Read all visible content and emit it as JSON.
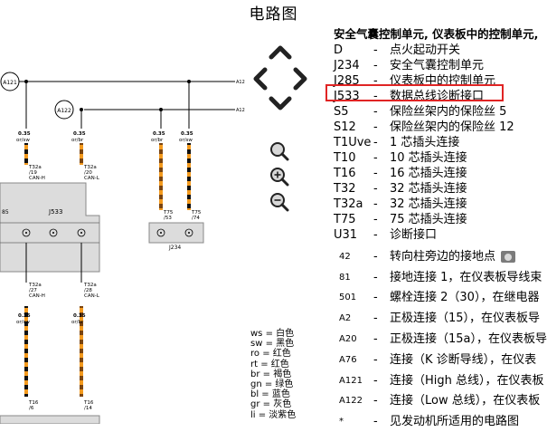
{
  "title": "电路图",
  "legend": {
    "heading": "安全气囊控制单元, 仪表板中的控制单元,",
    "items": [
      {
        "code": "D",
        "dash": "-",
        "desc": "点火起动开关"
      },
      {
        "code": "J234",
        "dash": "-",
        "desc": "安全气囊控制单元"
      },
      {
        "code": "J285",
        "dash": "-",
        "desc": "仪表板中的控制单元"
      },
      {
        "code": "J533",
        "dash": "-",
        "desc": "数据总线诊断接口"
      },
      {
        "code": "S5",
        "dash": "-",
        "desc": "保险丝架内的保险丝 5"
      },
      {
        "code": "S12",
        "dash": "-",
        "desc": "保险丝架内的保险丝 12"
      },
      {
        "code": "T1Uve",
        "dash": "-",
        "desc": "1 芯插头连接"
      },
      {
        "code": "T10",
        "dash": "-",
        "desc": "10 芯插头连接"
      },
      {
        "code": "T16",
        "dash": "-",
        "desc": "16 芯插头连接"
      },
      {
        "code": "T32",
        "dash": "-",
        "desc": "32 芯插头连接"
      },
      {
        "code": "T32a",
        "dash": "-",
        "desc": "32 芯插头连接"
      },
      {
        "code": "T75",
        "dash": "-",
        "desc": "75 芯插头连接"
      },
      {
        "code": "U31",
        "dash": "-",
        "desc": "诊断接口"
      }
    ],
    "points": [
      {
        "code": "42",
        "dash": "-",
        "desc": "转向柱旁边的接地点"
      },
      {
        "code": "81",
        "dash": "-",
        "desc": "接地连接 1，在仪表板导线束"
      },
      {
        "code": "501",
        "dash": "-",
        "desc": "螺栓连接 2（30），在继电器"
      },
      {
        "code": "A2",
        "dash": "-",
        "desc": "正极连接（15），在仪表板导"
      },
      {
        "code": "A20",
        "dash": "-",
        "desc": "正极连接（15a），在仪表板导"
      },
      {
        "code": "A76",
        "dash": "-",
        "desc": "连接（K 诊断导线），在仪表"
      },
      {
        "code": "A121",
        "dash": "-",
        "desc": "连接（High 总线），在仪表板"
      },
      {
        "code": "A122",
        "dash": "-",
        "desc": "连接（Low 总线），在仪表板"
      },
      {
        "code": "*",
        "dash": "-",
        "desc": "见发动机所适用的电路图"
      }
    ]
  },
  "colors": [
    "ws = 白色",
    "sw = 黑色",
    "ro = 红色",
    "rt = 红色",
    "br = 褐色",
    "gn = 绿色",
    "bl = 蓝色",
    "gr = 灰色",
    "li = 淡紫色"
  ],
  "diagram": {
    "a121": "A121",
    "a122": "A122",
    "a12_top": "A12",
    "a12_mid": "A12",
    "j533": "J533",
    "j234": "J234",
    "pin85": "85",
    "wires": [
      {
        "size": "0.35",
        "color": "or/sw",
        "conn": "T32a",
        "pin": "/19",
        "sig": "CAN-H",
        "conn2": "T32a",
        "pin2": "/27",
        "sig2": "CAN-H",
        "end": "T16",
        "endpin": "/6"
      },
      {
        "size": "0.35",
        "color": "or/br",
        "conn": "T32a",
        "pin": "/20",
        "sig": "CAN-L",
        "conn2": "T32a",
        "pin2": "/28",
        "sig2": "CAN-L",
        "end": "T16",
        "endpin": "/14"
      },
      {
        "size": "0.35",
        "color": "or/br",
        "conn": "T75",
        "pin": "/53"
      },
      {
        "size": "0.35",
        "color": "or/sw",
        "conn": "T75",
        "pin": "/74"
      }
    ],
    "bottom_size_a": "0.35",
    "bottom_color_a": "or/sw",
    "bottom_size_b": "0.35",
    "bottom_color_b": "or/br"
  }
}
